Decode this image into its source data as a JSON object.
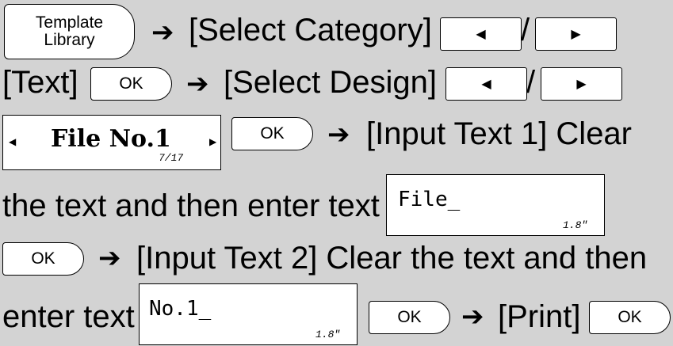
{
  "keys": {
    "template_library": "Template\nLibrary",
    "ok": "OK",
    "left": "◀",
    "right": "▶"
  },
  "arrow": "➔",
  "line1": {
    "select_category": "[Select Category]",
    "slash": "/"
  },
  "line2": {
    "text": "[Text]",
    "select_design": "[Select Design]",
    "slash": "/"
  },
  "line3": {
    "lcd_main": "File No.1",
    "lcd_counter": "7/17",
    "input_text1": "[Input Text 1] Clear"
  },
  "line4": {
    "text": "the text and then enter text",
    "lcd_main": "File_",
    "lcd_size": "1.8\""
  },
  "line5": {
    "text": "[Input Text 2] Clear the text and then"
  },
  "line6": {
    "text": "enter text",
    "lcd_main": "No.1_",
    "lcd_size": "1.8\"",
    "print": "[Print]"
  }
}
